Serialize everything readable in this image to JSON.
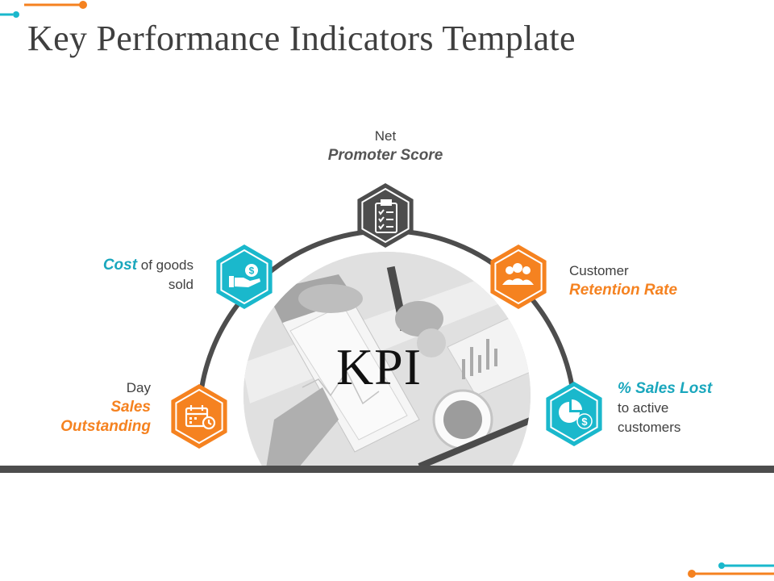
{
  "title": "Key Performance Indicators Template",
  "center_label": "KPI",
  "colors": {
    "teal": "#1ab8cc",
    "orange": "#f58220",
    "dark": "#4d4d4d",
    "title": "#3f3f3f"
  },
  "indicators": [
    {
      "id": "day-sales-outstanding",
      "line1": "Day",
      "line2": "Sales",
      "line3": "Outstanding",
      "color": "orange",
      "icon": "calendar-clock-icon"
    },
    {
      "id": "cost-of-goods-sold",
      "strong": "Cost",
      "rest": " of goods",
      "line2": "sold",
      "color": "teal",
      "icon": "hand-money-icon"
    },
    {
      "id": "net-promoter-score",
      "line1": "Net",
      "line2": "Promoter Score",
      "color": "dark",
      "icon": "clipboard-checklist-icon"
    },
    {
      "id": "customer-retention-rate",
      "line1": "Customer",
      "line2": "Retention Rate",
      "color": "orange",
      "icon": "people-group-icon"
    },
    {
      "id": "sales-lost",
      "line1": "% Sales Lost",
      "line2": "to active",
      "line3": "customers",
      "color": "teal",
      "icon": "pie-chart-dollar-icon"
    }
  ]
}
